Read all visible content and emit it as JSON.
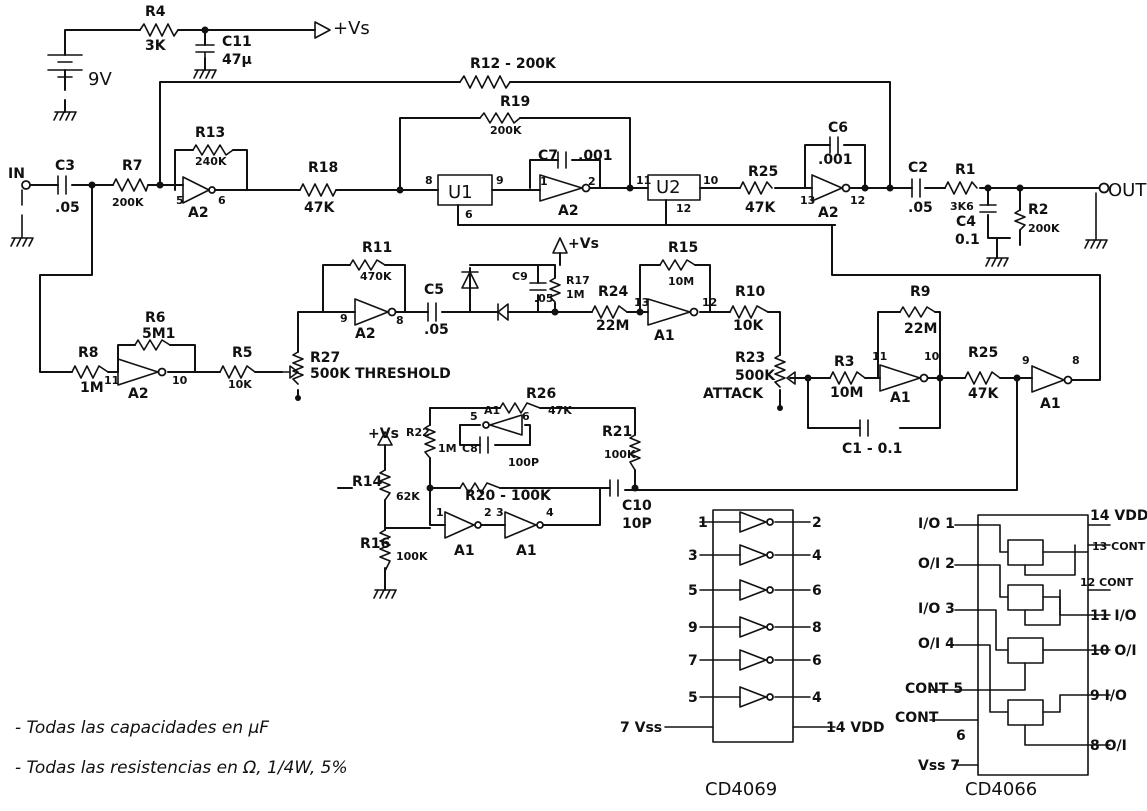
{
  "labels": {
    "in": "IN",
    "out": "OUT",
    "vs_top": "+Vs",
    "vs_mid": "+Vs",
    "vs_left": "+Vs",
    "battery": "9V",
    "r4": "R4",
    "r4_val": "3K",
    "c11": "C11",
    "c11_val": "47μ",
    "r12": "R12 - 200K",
    "r19": "R19",
    "r19_val": "200K",
    "c3": "C3",
    "c3_val": ".05",
    "r7": "R7",
    "r7_val": "200K",
    "r13": "R13",
    "r13_val": "240K",
    "a2_1": "A2",
    "a2_1_in": "5",
    "a2_1_out": "6",
    "r18": "R18",
    "r18_val": "47K",
    "u1": "U1",
    "u1_p8": "8",
    "u1_p9": "9",
    "u1_p6": "6",
    "c7": "C7",
    "c7_val": ".001",
    "a2_2": "A2",
    "a2_2_in": "1",
    "a2_2_out": "2",
    "u2": "U2",
    "u2_p11": "11",
    "u2_p10": "10",
    "u2_p12": "12",
    "r25a": "R25",
    "r25a_val": "47K",
    "c6": "C6",
    "c6_val": ".001",
    "a2_3": "A2",
    "a2_3_in": "13",
    "a2_3_out": "12",
    "c2": "C2",
    "c2_val": ".05",
    "r1": "R1",
    "r1_val": "3K6",
    "c4": "C4",
    "c4_val": "0.1",
    "r2": "R2",
    "r2_val": "200K",
    "r11": "R11",
    "r11_val": "470K",
    "a2_4": "A2",
    "a2_4_in": "9",
    "a2_4_out": "8",
    "c5": "C5",
    "c5_val": ".05",
    "c9": "C9",
    "c9_val": ".05",
    "r17": "R17",
    "r17_val": "1M",
    "r24": "R24",
    "r24_val": "22M",
    "r15": "R15",
    "r15_val": "10M",
    "a1_1": "A1",
    "a1_1_in": "13",
    "a1_1_out": "12",
    "r10": "R10",
    "r10_val": "10K",
    "r6": "R6",
    "r6_val": "5M1",
    "r8": "R8",
    "r8_val": "1M",
    "a2_5": "A2",
    "a2_5_in": "11",
    "a2_5_out": "10",
    "r5": "R5",
    "r5_val": "10K",
    "r27": "R27",
    "r27_val": "500K THRESHOLD",
    "r23": "R23",
    "r23_val": "500K",
    "attack": "ATTACK",
    "r9": "R9",
    "r9_val": "22M",
    "r3": "R3",
    "r3_val": "10M",
    "a1_2": "A1",
    "a1_2_in": "11",
    "a1_2_out": "10",
    "r25b": "R25",
    "r25b_val": "47K",
    "a1_3": "A1",
    "a1_3_in": "9",
    "a1_3_out": "8",
    "c1": "C1 - 0.1",
    "r26": "R26",
    "r26_val": "47K",
    "a1_4": "A1",
    "a1_4_in": "6",
    "a1_4_out": "5",
    "r22": "R22",
    "r22_val": "1M",
    "c8": "C8",
    "c8_val": "100P",
    "r21": "R21",
    "r21_val": "100K",
    "r20": "R20 - 100K",
    "r14": "R14",
    "r14_val": "62K",
    "r16": "R16",
    "r16_val": "100K",
    "a1_5": "A1",
    "a1_5_in": "1",
    "a1_5_out": "2",
    "a1_6": "A1",
    "a1_6_in": "3",
    "a1_6_out": "4",
    "c10": "C10",
    "c10_val": "10P"
  },
  "cd4069": {
    "name": "CD4069",
    "vss": "7 Vss",
    "vdd": "14 VDD",
    "left_pins": [
      "1",
      "3",
      "5",
      "9",
      "7",
      "5"
    ],
    "right_pins": [
      "2",
      "4",
      "6",
      "8",
      "6",
      "4"
    ]
  },
  "cd4066": {
    "name": "CD4066",
    "left": [
      "I/O 1",
      "O/I 2",
      "I/O 3",
      "O/I 4",
      "CONT 5",
      "CONT",
      "6",
      "Vss 7"
    ],
    "right": [
      "14 VDD",
      "13 CONT",
      "12 CONT",
      "11 I/O",
      "10 O/I",
      "9 I/O",
      "8 O/I"
    ]
  },
  "notes": [
    "- Todas las capacidades en μF",
    "- Todas las resistencias en Ω, 1/4W, 5%"
  ]
}
